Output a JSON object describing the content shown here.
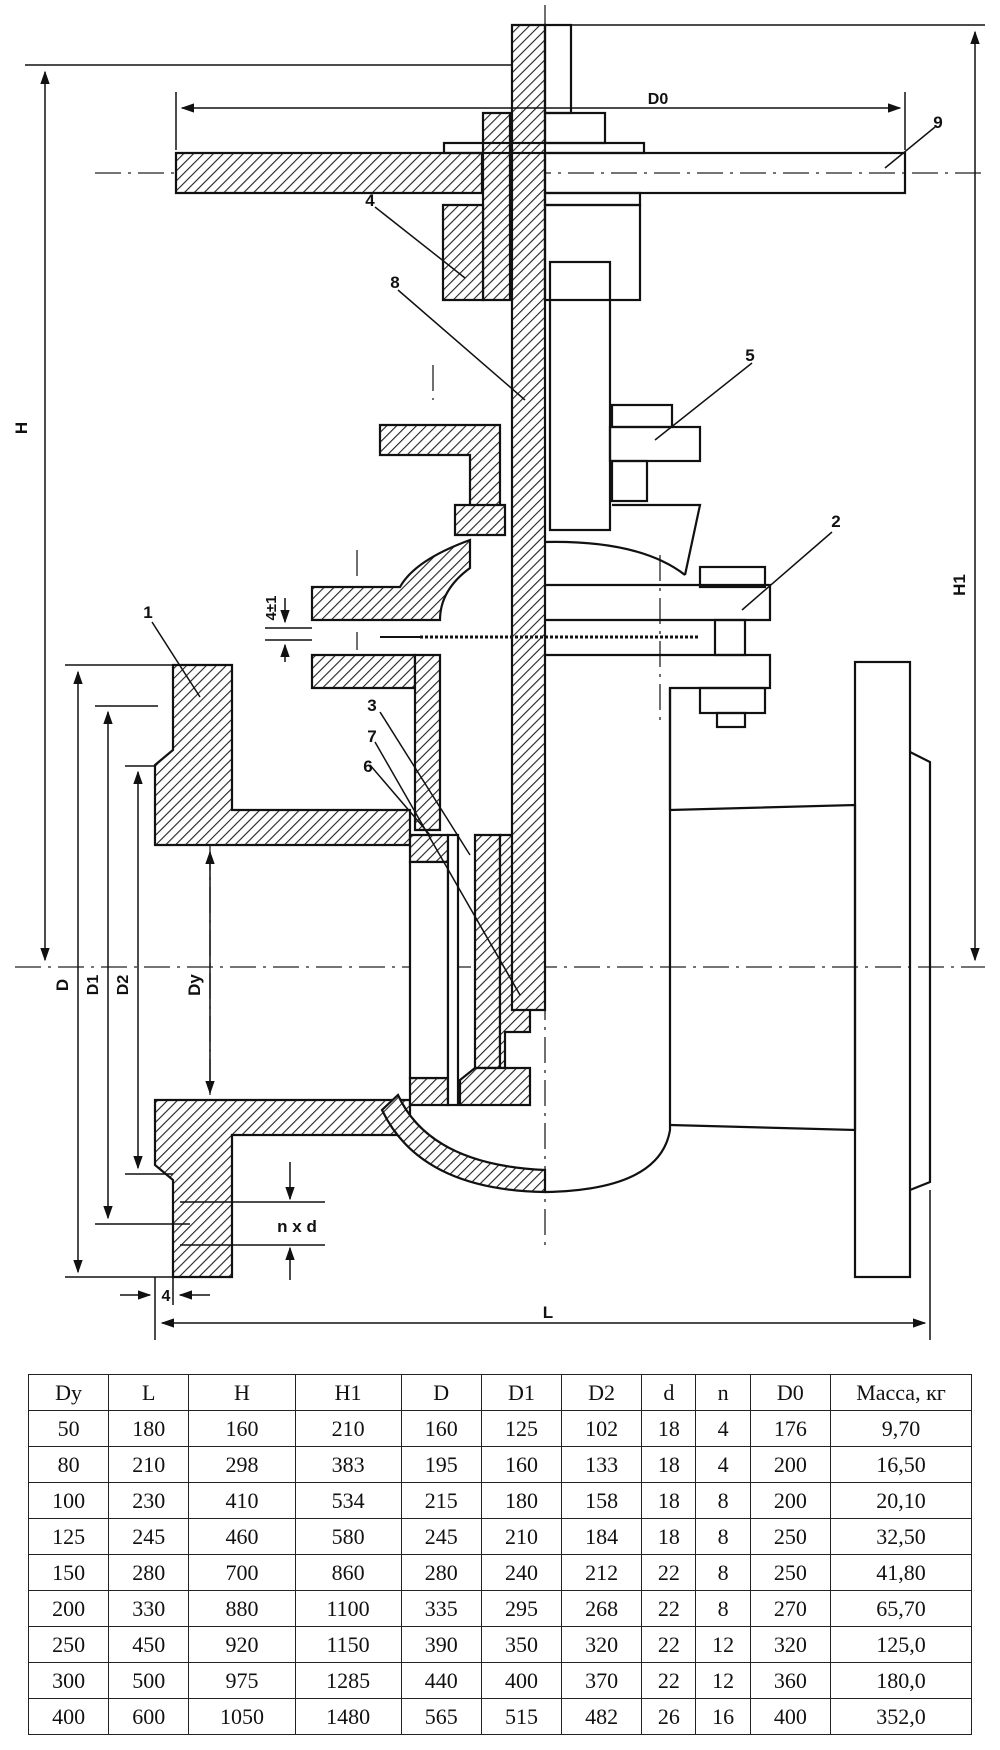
{
  "drawing": {
    "labels": {
      "dim_H": "H",
      "dim_H1": "H1",
      "dim_D0": "D0",
      "dim_D": "D",
      "dim_D1": "D1",
      "dim_D2": "D2",
      "dim_Dy": "Dy",
      "dim_L": "L",
      "dim_nxd": "n x d",
      "dim_4": "4",
      "dim_gap": "4±1",
      "callouts": [
        "1",
        "2",
        "3",
        "4",
        "5",
        "6",
        "7",
        "8",
        "9"
      ]
    }
  },
  "table": {
    "headers": [
      "Dy",
      "L",
      "H",
      "H1",
      "D",
      "D1",
      "D2",
      "d",
      "n",
      "D0",
      "Масса, кг"
    ],
    "rows": [
      [
        "50",
        "180",
        "160",
        "210",
        "160",
        "125",
        "102",
        "18",
        "4",
        "176",
        "9,70"
      ],
      [
        "80",
        "210",
        "298",
        "383",
        "195",
        "160",
        "133",
        "18",
        "4",
        "200",
        "16,50"
      ],
      [
        "100",
        "230",
        "410",
        "534",
        "215",
        "180",
        "158",
        "18",
        "8",
        "200",
        "20,10"
      ],
      [
        "125",
        "245",
        "460",
        "580",
        "245",
        "210",
        "184",
        "18",
        "8",
        "250",
        "32,50"
      ],
      [
        "150",
        "280",
        "700",
        "860",
        "280",
        "240",
        "212",
        "22",
        "8",
        "250",
        "41,80"
      ],
      [
        "200",
        "330",
        "880",
        "1100",
        "335",
        "295",
        "268",
        "22",
        "8",
        "270",
        "65,70"
      ],
      [
        "250",
        "450",
        "920",
        "1150",
        "390",
        "350",
        "320",
        "22",
        "12",
        "320",
        "125,0"
      ],
      [
        "300",
        "500",
        "975",
        "1285",
        "440",
        "400",
        "370",
        "22",
        "12",
        "360",
        "180,0"
      ],
      [
        "400",
        "600",
        "1050",
        "1480",
        "565",
        "515",
        "482",
        "26",
        "16",
        "400",
        "352,0"
      ]
    ]
  }
}
